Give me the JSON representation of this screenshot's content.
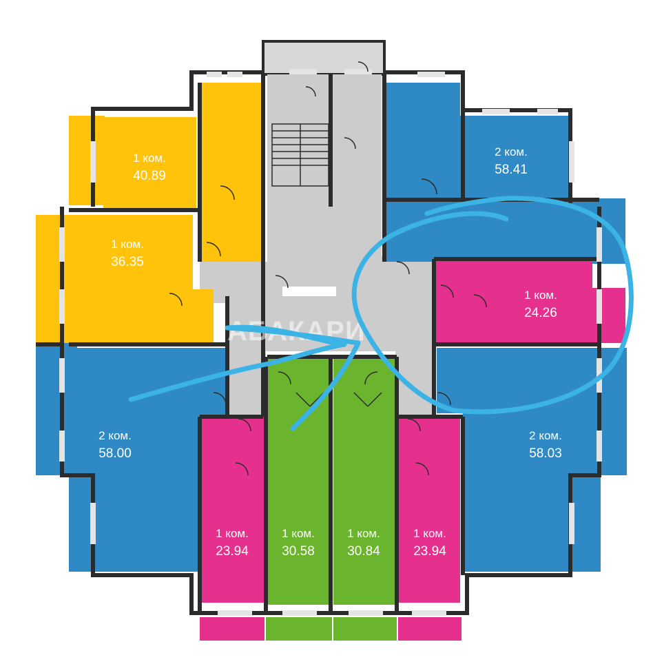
{
  "colors": {
    "yellow": "#FFC30B",
    "blue": "#2F89C5",
    "pink": "#E5308E",
    "green": "#6BB42D",
    "common": "#CCCCCC",
    "wall": "#2B2B2B",
    "window": "#E4E4E4",
    "marker": "#3CB3E5"
  },
  "watermark": "АБАКАРИ",
  "apartments": [
    {
      "id": "apt-yellow-top",
      "rooms": "1 ком.",
      "area": "40.89",
      "color": "yellow"
    },
    {
      "id": "apt-yellow-mid",
      "rooms": "1 ком.",
      "area": "36.35",
      "color": "yellow"
    },
    {
      "id": "apt-blue-top-right",
      "rooms": "2 ком.",
      "area": "58.41",
      "color": "blue"
    },
    {
      "id": "apt-pink-right",
      "rooms": "1 ком.",
      "area": "24.26",
      "color": "pink"
    },
    {
      "id": "apt-blue-left",
      "rooms": "2 ком.",
      "area": "58.00",
      "color": "blue"
    },
    {
      "id": "apt-blue-right",
      "rooms": "2 ком.",
      "area": "58.03",
      "color": "blue"
    },
    {
      "id": "apt-pink-bottom-left",
      "rooms": "1 ком.",
      "area": "23.94",
      "color": "pink"
    },
    {
      "id": "apt-green-left",
      "rooms": "1 ком.",
      "area": "30.58",
      "color": "green"
    },
    {
      "id": "apt-green-right",
      "rooms": "1 ком.",
      "area": "30.84",
      "color": "green"
    },
    {
      "id": "apt-pink-bottom-right",
      "rooms": "1 ком.",
      "area": "23.94",
      "color": "pink"
    }
  ]
}
